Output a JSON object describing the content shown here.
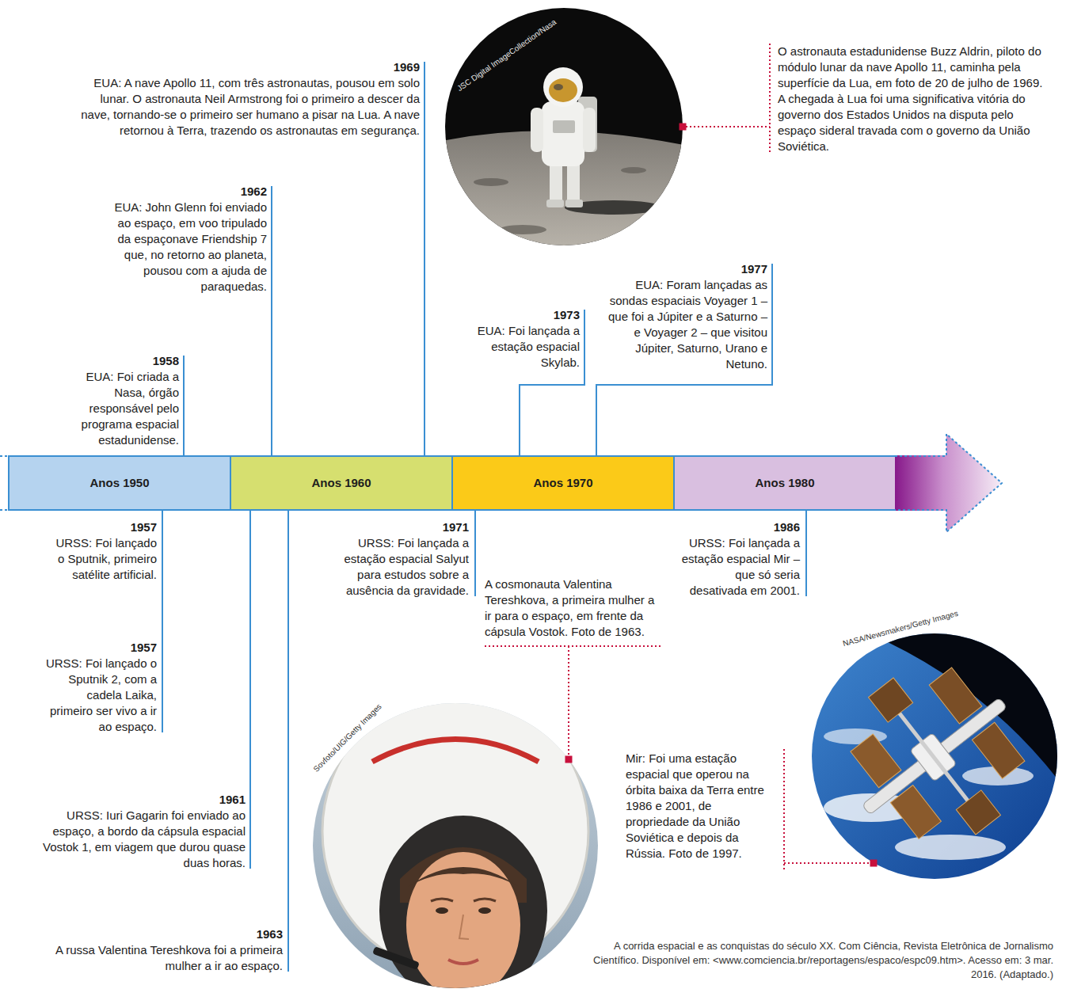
{
  "diagram": {
    "caption": "A corrida espacial e as conquistas do século XX. Com Ciência, Revista Eletrônica de Jornalismo Científico. Disponível em: <www.comciencia.br/reportagens/espaco/espc09.htm>. Acesso em: 3 mar. 2016. (Adaptado.)",
    "nodes": [
      {
        "text": [
          "Anos 1950"
        ]
      },
      {
        "text": [
          "Anos 1960"
        ]
      },
      {
        "text": [
          "Anos 1970"
        ]
      },
      {
        "text": [
          "Anos 1980"
        ]
      }
    ],
    "labels": [
      "1969",
      "EUA: A nave Apollo 11, com três astronautas, pousou em solo lunar. O astronauta Neil Armstrong foi o primeiro a descer da nave, tornando-se o primeiro ser humano a pisar na Lua. A nave retornou à Terra, trazendo os astronautas em segurança.",
      "JSC Digital ImageCollection/Nasa",
      "O astronauta estadunidense Buzz Aldrin, piloto do módulo lunar da nave Apollo 11, caminha pela superfície da Lua, em foto de 20 de julho de 1969. A chegada à Lua foi uma significativa vitória do governo dos Estados Unidos na disputa pelo espaço sideral travada com o governo da União Soviética.",
      "1962",
      "EUA: John Glenn foi enviado ao espaço, em voo tripulado da espaçonave Friendship 7 que, no retorno ao planeta, pousou com a ajuda de paraquedas.",
      "1958",
      "EUA: Foi criada a Nasa, órgão responsável pelo programa espacial estadunidense.",
      "1973",
      "EUA: Foi lançada a estação espacial Skylab.",
      "1977",
      "EUA: Foram lançadas as sondas espaciais Voyager 1 – que foi a Júpiter e a Saturno – e Voyager 2 – que visitou Júpiter, Saturno, Urano e Netuno.",
      "1957",
      "URSS: Foi lançado o Sputnik, primeiro satélite artificial.",
      "1957",
      "URSS: Foi lançado o Sputnik 2, com a cadela Laika, primeiro ser vivo a ir ao espaço.",
      "1971",
      "URSS: Foi lançada a estação espacial Salyut para estudos sobre a ausência da gravidade.",
      "A cosmonauta Valentina Tereshkova, a primeira mulher a ir para o espaço, em frente da cápsula Vostok. Foto de 1963.",
      "1986",
      "URSS: Foi lançada a estação espacial Mir – que só seria desativada em 2001.",
      "Sovfoto/UIG/Getty Images",
      "NASA/Newsmakers/Getty Images",
      "1961",
      "URSS: Iuri Gagarin foi enviado ao espaço, a bordo da cápsula espacial Vostok 1, em viagem que durou quase duas horas.",
      "Mir: Foi uma estação espacial que operou na órbita baixa da Terra entre 1986 e 2001, de propriedade da União Soviética e depois da Rússia. Foto de 1997.",
      "1963",
      "A russa Valentina Tereshkova foi a primeira mulher a ir ao espaço."
    ]
  }
}
